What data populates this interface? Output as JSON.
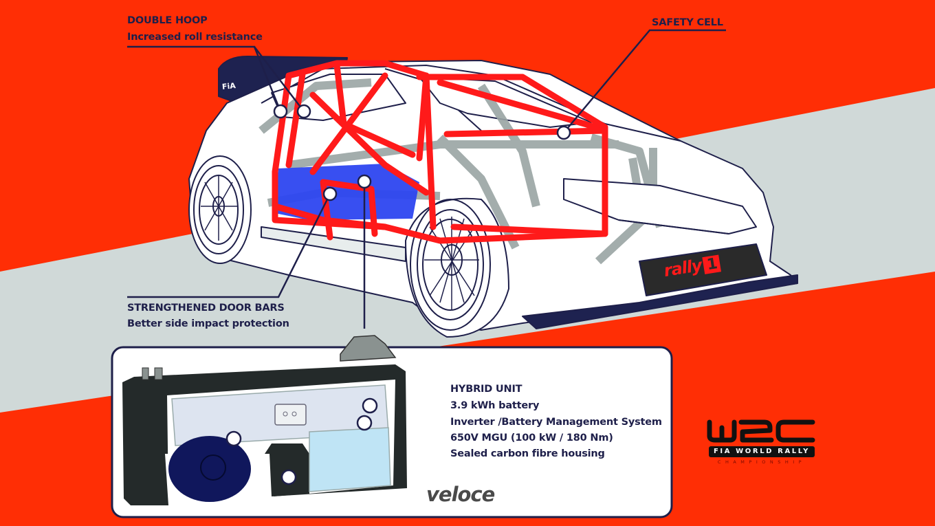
{
  "colors": {
    "background_red": "#ff2e05",
    "band_grey": "#d0d9d8",
    "navy": "#1e1f4a",
    "cage_red": "#ff1a1a",
    "panel_blue": "#2d46f0"
  },
  "callouts": {
    "double_hoop": {
      "title": "DOUBLE HOOP",
      "subtitle": "Increased roll resistance"
    },
    "safety_cell": {
      "title": "SAFETY CELL"
    },
    "door_bars": {
      "title": "STRENGTHENED DOOR BARS",
      "subtitle": "Better side impact protection"
    }
  },
  "hybrid_unit": {
    "title": "HYBRID UNIT",
    "items": [
      "3.9 kWh battery",
      "Inverter /Battery Management System",
      "650V MGU (100 kW / 180 Nm)",
      "Sealed carbon fibre housing"
    ]
  },
  "car_badges": {
    "rally_text": "rally",
    "rally_number": "1",
    "fia": "FiA"
  },
  "logo": {
    "name": "WRC",
    "line1": "FIA WORLD RALLY",
    "line2": "CHAMPIONSHIP"
  },
  "watermark": "veloce"
}
